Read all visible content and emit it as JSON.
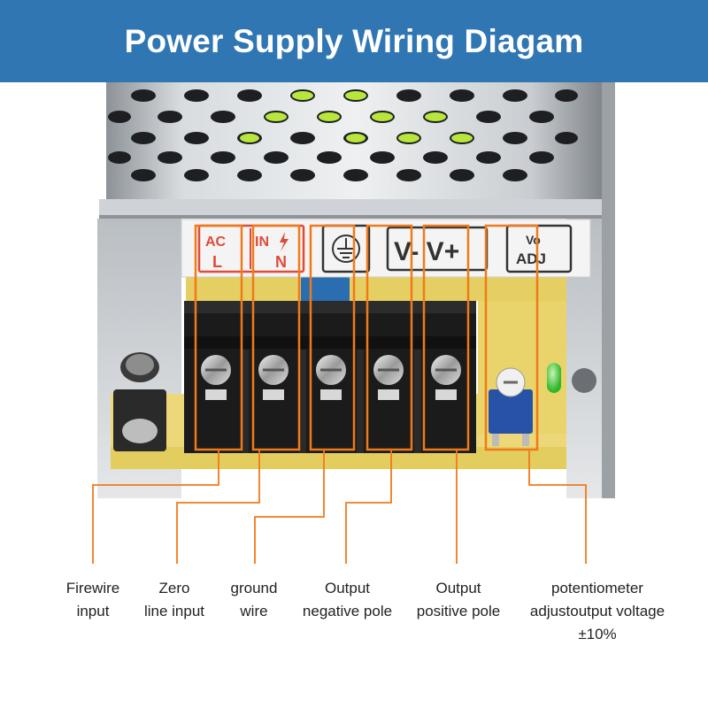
{
  "title": "Power Supply Wiring Diagam",
  "colors": {
    "banner": "#2f76b3",
    "highlight": "#f07a1a",
    "label_red": "#e04a3a"
  },
  "panel_markings": {
    "ac": "AC",
    "l": "L",
    "in": "IN",
    "n": "N",
    "vminus_vplus": "V- V+",
    "vo": "Vo",
    "adj": "ADJ"
  },
  "labels": {
    "firewire": [
      "Firewire",
      "input"
    ],
    "zero": [
      "Zero",
      "line input"
    ],
    "ground": [
      "ground",
      "wire"
    ],
    "neg": [
      "Output",
      "negative pole"
    ],
    "pos": [
      "Output",
      "positive pole"
    ],
    "pot": [
      "potentiometer",
      "adjustoutput voltage",
      "±10%"
    ]
  }
}
